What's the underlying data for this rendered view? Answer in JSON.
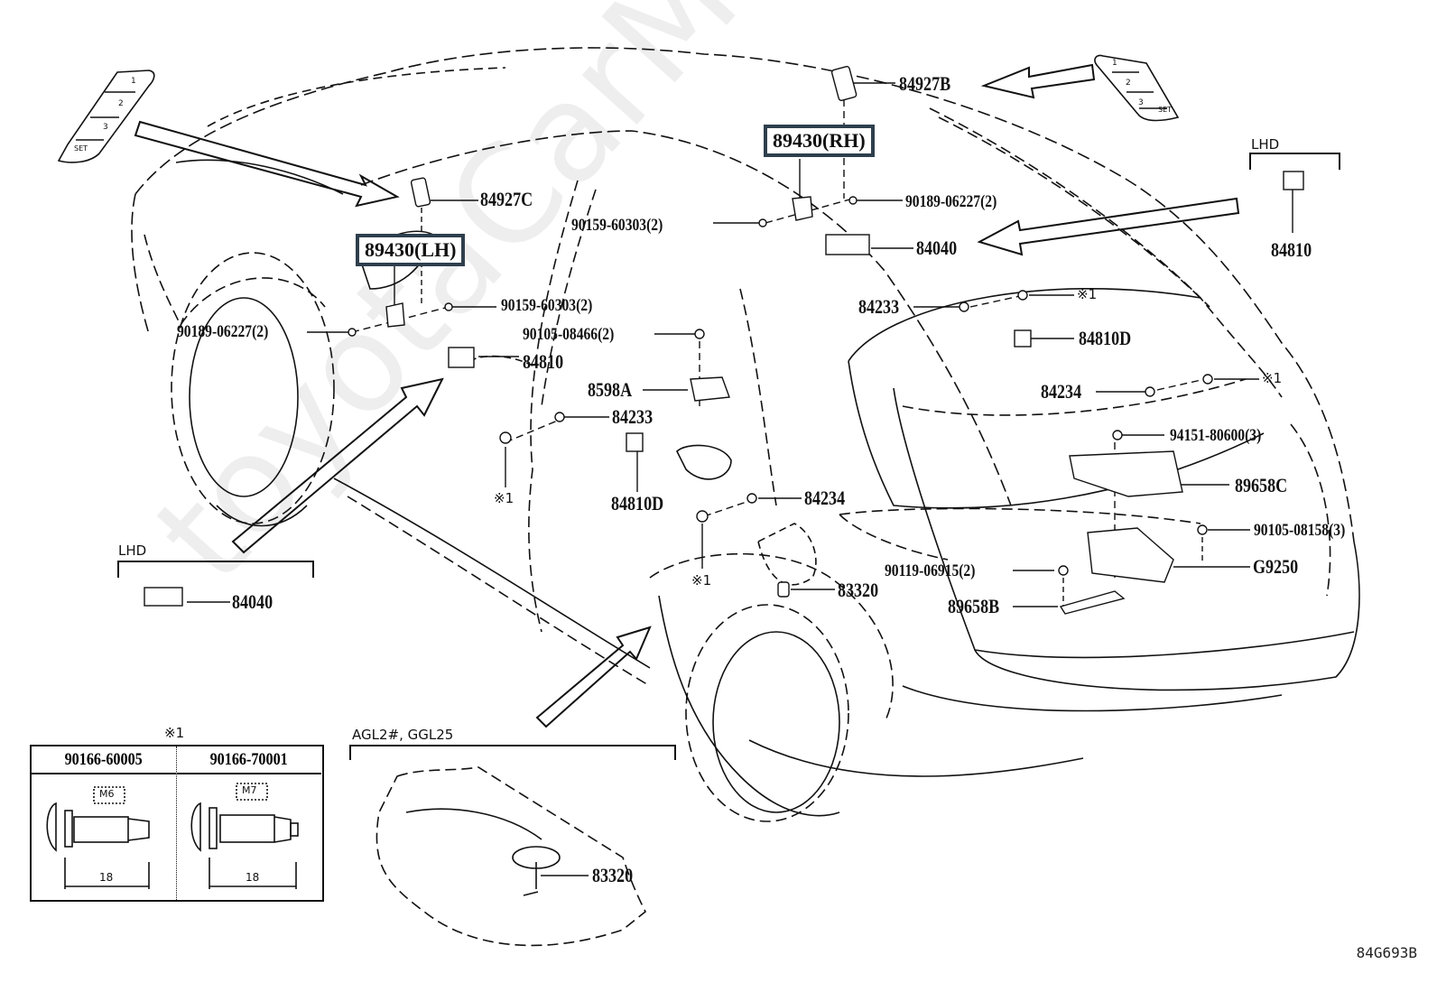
{
  "diagram": {
    "title": "Seat heater / occupant sensor parts diagram",
    "reference_code": "84G693B",
    "watermark": "toyotaCarManual.ru",
    "callouts": {
      "p84927B": "84927B",
      "p84927C": "84927C",
      "p89430RH": "89430(RH)",
      "p89430LH": "89430(LH)",
      "p90189_rh": "90189-06227(2)",
      "p90189_lh": "90189-06227(2)",
      "p90159_rh": "90159-60303(2)",
      "p90159_lh": "90159-60303(2)",
      "p84040_main": "84040",
      "p84810_lhd_right": "84810",
      "p84233_right": "84233",
      "p84810D_right": "84810D",
      "p84234_right": "84234",
      "p90105_08466": "90105-08466(2)",
      "p84810_main": "84810",
      "p8598A": "8598A",
      "p84233_left": "84233",
      "p84810D_left": "84810D",
      "p84234_mid": "84234",
      "p94151": "94151-80600(3)",
      "p89658C": "89658C",
      "p90105_08158": "90105-08158(3)",
      "pG9250": "G9250",
      "p90119": "90119-06915(2)",
      "p89658B": "89658B",
      "p83320_main": "83320",
      "p84040_lhd": "84040",
      "p83320_inset": "83320"
    },
    "notes": {
      "star1": "※1",
      "lhd": "LHD",
      "inset_models": "AGL2#, GGL25"
    },
    "switch_panel": {
      "labels": [
        "1",
        "2",
        "3"
      ],
      "set": "SET"
    },
    "star1_table": {
      "title": "※1",
      "columns": [
        {
          "part": "90166-60005",
          "thread": "M6",
          "length": "18"
        },
        {
          "part": "90166-70001",
          "thread": "M7",
          "length": "18"
        }
      ]
    }
  }
}
